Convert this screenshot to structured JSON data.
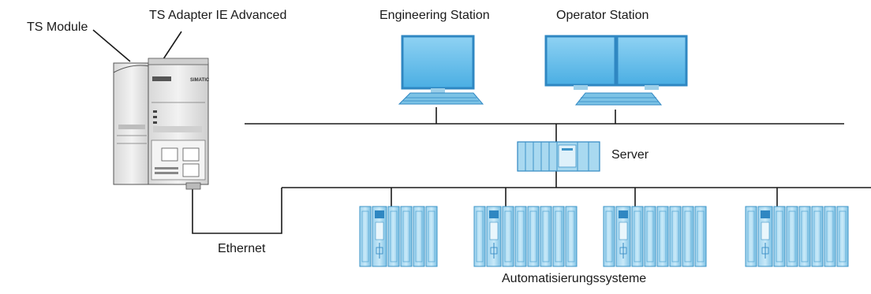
{
  "labels": {
    "ts_module": "TS Module",
    "ts_adapter": "TS Adapter IE Advanced",
    "engineering_station": "Engineering Station",
    "operator_station": "Operator Station",
    "server": "Server",
    "ethernet": "Ethernet",
    "automation_systems": "Automatisierungssysteme"
  },
  "device_text": {
    "simatic": "SIMATIC"
  },
  "colors": {
    "line": "#1a1a1a",
    "screen": "#5bb8e6",
    "screen_border": "#2f87c2",
    "module_light": "#a9d9f0",
    "module_mid": "#7cc3e6",
    "module_dark": "#3d94c7",
    "device_gray": "#e6e6e6"
  }
}
